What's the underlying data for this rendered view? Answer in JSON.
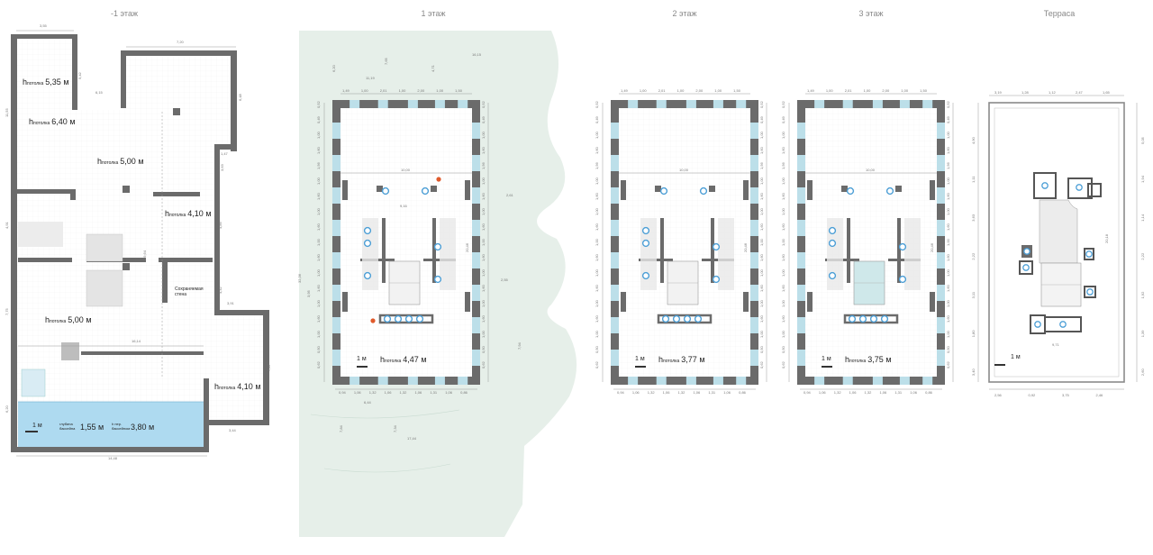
{
  "floor_titles": [
    "-1 этаж",
    "1 этаж",
    "2 этаж",
    "3 этаж",
    "Терраса"
  ],
  "ceiling_word": "потолка",
  "scale": "1 м",
  "basement": {
    "heights": [
      "5,35 м",
      "6,40 м",
      "5,00 м",
      "4,10 м",
      "5,00 м",
      "4,10 м"
    ],
    "preserved": [
      "Сохраняемая",
      "стена"
    ],
    "pool_depth_label": [
      "глубина",
      "бассейна"
    ],
    "pool_depth": "1,55 м",
    "pool_ceiling_label": [
      "h пер.",
      "бассейном"
    ],
    "pool_ceiling": "3,80 м",
    "dims": [
      "3,55",
      "7,20",
      "5,42",
      "6,15",
      "11,55",
      "6,48",
      "1,47",
      "3,63",
      "4,89",
      "29,64",
      "4,91",
      "4,42",
      "3,91",
      "7,75",
      "7,47",
      "16,14",
      "6,20",
      "3,44",
      "14,48"
    ]
  },
  "floor1": {
    "height": "4,47 м",
    "width_dim": "10,00",
    "depth_dim": "20,46",
    "top_dims": [
      "1,49",
      "1,00",
      "2,01",
      "1,00",
      "2,00",
      "1,00",
      "1,50"
    ],
    "bottom_dims": [
      "0,94",
      "1,06",
      "1,32",
      "1,06",
      "1,32",
      "1,06",
      "1,31",
      "1,06",
      "0,86"
    ],
    "side_dims": [
      "0,52",
      "0,49",
      "1,00",
      "1,60",
      "1,56",
      "1,00",
      "1,60",
      "1,00",
      "1,60",
      "1,00",
      "1,60",
      "1,00",
      "1,60",
      "1,00",
      "1,60",
      "1,00",
      "0,50",
      "0,62"
    ],
    "site_dims": [
      "16,15",
      "11,19",
      "4,71",
      "6,20",
      "2,61",
      "9,16",
      "2,55",
      "32,36",
      "7,94",
      "6,44",
      "17,44",
      "7,84",
      "7,34",
      "7,65",
      "3,95"
    ]
  },
  "floor2": {
    "height": "3,77 м",
    "width_dim": "10,00",
    "depth_dim": "20,46",
    "top_dims": [
      "1,49",
      "1,00",
      "2,01",
      "1,00",
      "2,00",
      "1,00",
      "1,50"
    ],
    "bottom_dims": [
      "0,94",
      "1,06",
      "1,32",
      "1,06",
      "1,32",
      "1,06",
      "1,31",
      "1,06",
      "0,86"
    ]
  },
  "floor3": {
    "height": "3,75 м",
    "width_dim": "10,00",
    "depth_dim": "20,46",
    "top_dims": [
      "1,49",
      "1,00",
      "2,01",
      "1,00",
      "2,00",
      "1,00",
      "1,50"
    ],
    "bottom_dims": [
      "0,94",
      "1,06",
      "1,32",
      "1,06",
      "1,32",
      "1,06",
      "1,31",
      "1,06",
      "0,86"
    ]
  },
  "terrace": {
    "width_dim": "9,71",
    "depth_dim": "20,18",
    "top_dims": [
      "3,19",
      "1,28",
      "1,12",
      "2,47",
      "1,65"
    ],
    "bottom_dims": [
      "2,56",
      "0,92",
      "3,75",
      "2,46"
    ],
    "left_dims": [
      "4,90",
      "1,11",
      "3,63",
      "2,22",
      "3,11",
      "1,80",
      "3,40"
    ],
    "right_dims": [
      "5,05",
      "1,94",
      "1,14",
      "2,22",
      "1,92",
      "1,39",
      "2,60"
    ]
  },
  "colors": {
    "wall": "#6b6b6b",
    "site": "#dde9e2",
    "window": "#bcdfe9",
    "pool": "#aedaf0",
    "fixture": "#4d9fd6",
    "tile": "#e9e9e9"
  }
}
